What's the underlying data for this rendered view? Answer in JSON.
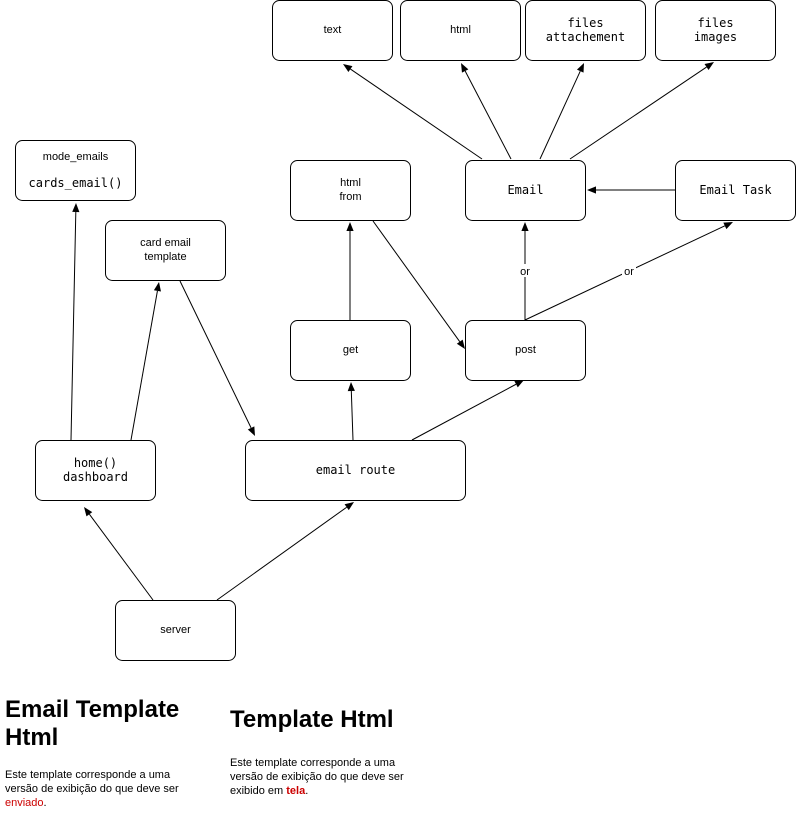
{
  "nodes": [
    {
      "id": "text",
      "lines": [
        "text"
      ],
      "font": "sans"
    },
    {
      "id": "html",
      "lines": [
        "html"
      ],
      "font": "sans"
    },
    {
      "id": "files-attachement",
      "lines": [
        "files",
        "attachement"
      ],
      "font": "mono"
    },
    {
      "id": "files-images",
      "lines": [
        "files",
        "images"
      ],
      "font": "mono"
    },
    {
      "id": "mode-emails",
      "lines": [
        "mode_emails",
        "cards_email()"
      ],
      "font": "mixed"
    },
    {
      "id": "html-from",
      "lines": [
        "html",
        "from"
      ],
      "font": "sans"
    },
    {
      "id": "email",
      "lines": [
        "Email"
      ],
      "font": "mono"
    },
    {
      "id": "email-task",
      "lines": [
        "Email Task"
      ],
      "font": "mono"
    },
    {
      "id": "card-email-template",
      "lines": [
        "card email",
        "template"
      ],
      "font": "sans"
    },
    {
      "id": "get",
      "lines": [
        "get"
      ],
      "font": "sans"
    },
    {
      "id": "post",
      "lines": [
        "post"
      ],
      "font": "sans"
    },
    {
      "id": "home-dashboard",
      "lines": [
        "home()",
        "dashboard"
      ],
      "font": "mono"
    },
    {
      "id": "email-route",
      "lines": [
        "email route"
      ],
      "font": "mono"
    },
    {
      "id": "server",
      "lines": [
        "server"
      ],
      "font": "sans"
    }
  ],
  "edges": [
    {
      "from": "server",
      "to": "home-dashboard",
      "label": ""
    },
    {
      "from": "server",
      "to": "email-route",
      "label": ""
    },
    {
      "from": "home-dashboard",
      "to": "mode-emails",
      "label": ""
    },
    {
      "from": "home-dashboard",
      "to": "card-email-template",
      "label": ""
    },
    {
      "from": "card-email-template",
      "to": "email-route",
      "label": ""
    },
    {
      "from": "email-route",
      "to": "get",
      "label": ""
    },
    {
      "from": "email-route",
      "to": "post",
      "label": ""
    },
    {
      "from": "get",
      "to": "html-from",
      "label": ""
    },
    {
      "from": "html-from",
      "to": "post",
      "label": ""
    },
    {
      "from": "post",
      "to": "email",
      "label": "or"
    },
    {
      "from": "post",
      "to": "email-task",
      "label": "or"
    },
    {
      "from": "email-task",
      "to": "email",
      "label": ""
    },
    {
      "from": "email",
      "to": "text",
      "label": ""
    },
    {
      "from": "email",
      "to": "html",
      "label": ""
    },
    {
      "from": "email",
      "to": "files-attachement",
      "label": ""
    },
    {
      "from": "email",
      "to": "files-images",
      "label": ""
    }
  ],
  "notes": {
    "email_template": {
      "title": "Email Template Html",
      "text_before": "Este template corresponde a uma versão de exibição do que deve ser ",
      "highlight": "enviado",
      "text_after": "."
    },
    "template_html": {
      "title": "Template Html",
      "text_before": "Este template corresponde a uma versão de exibição do que deve ser exibido em ",
      "highlight": "tela",
      "text_after": "."
    }
  },
  "colors": {
    "stroke": "#000000",
    "fill": "#ffffff",
    "highlight": "#cc0000"
  }
}
